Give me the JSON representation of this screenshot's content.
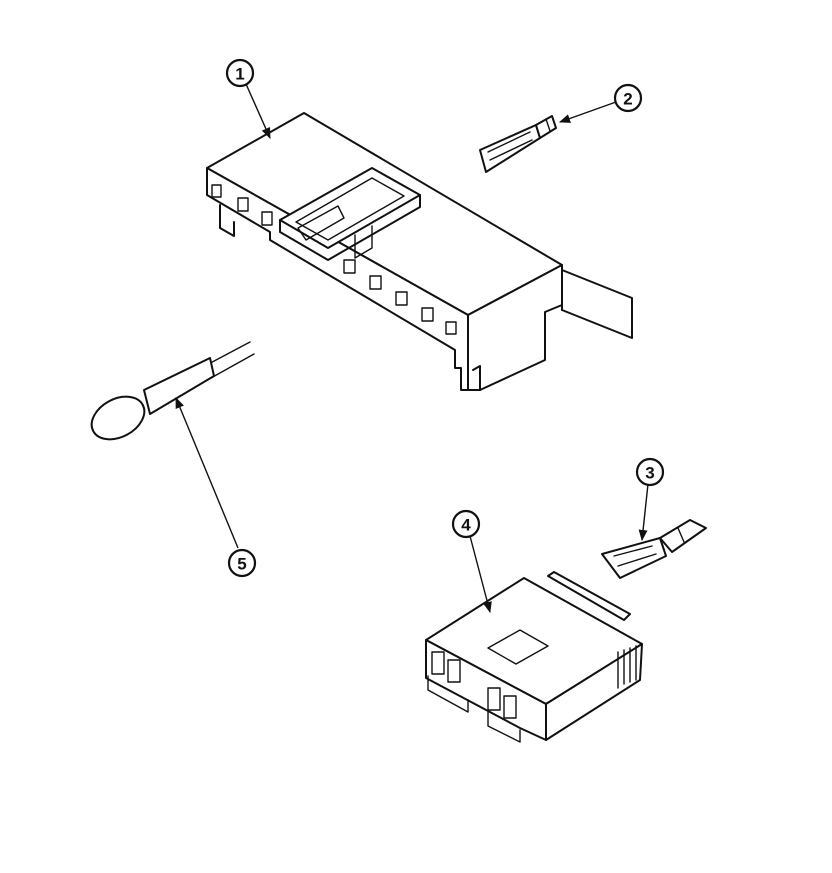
{
  "diagram": {
    "callouts": [
      {
        "label": "1",
        "part": "connector-housing"
      },
      {
        "label": "2",
        "part": "terminal-small"
      },
      {
        "label": "3",
        "part": "terminal"
      },
      {
        "label": "4",
        "part": "connector-block"
      },
      {
        "label": "5",
        "part": "insertion-tool"
      }
    ]
  }
}
